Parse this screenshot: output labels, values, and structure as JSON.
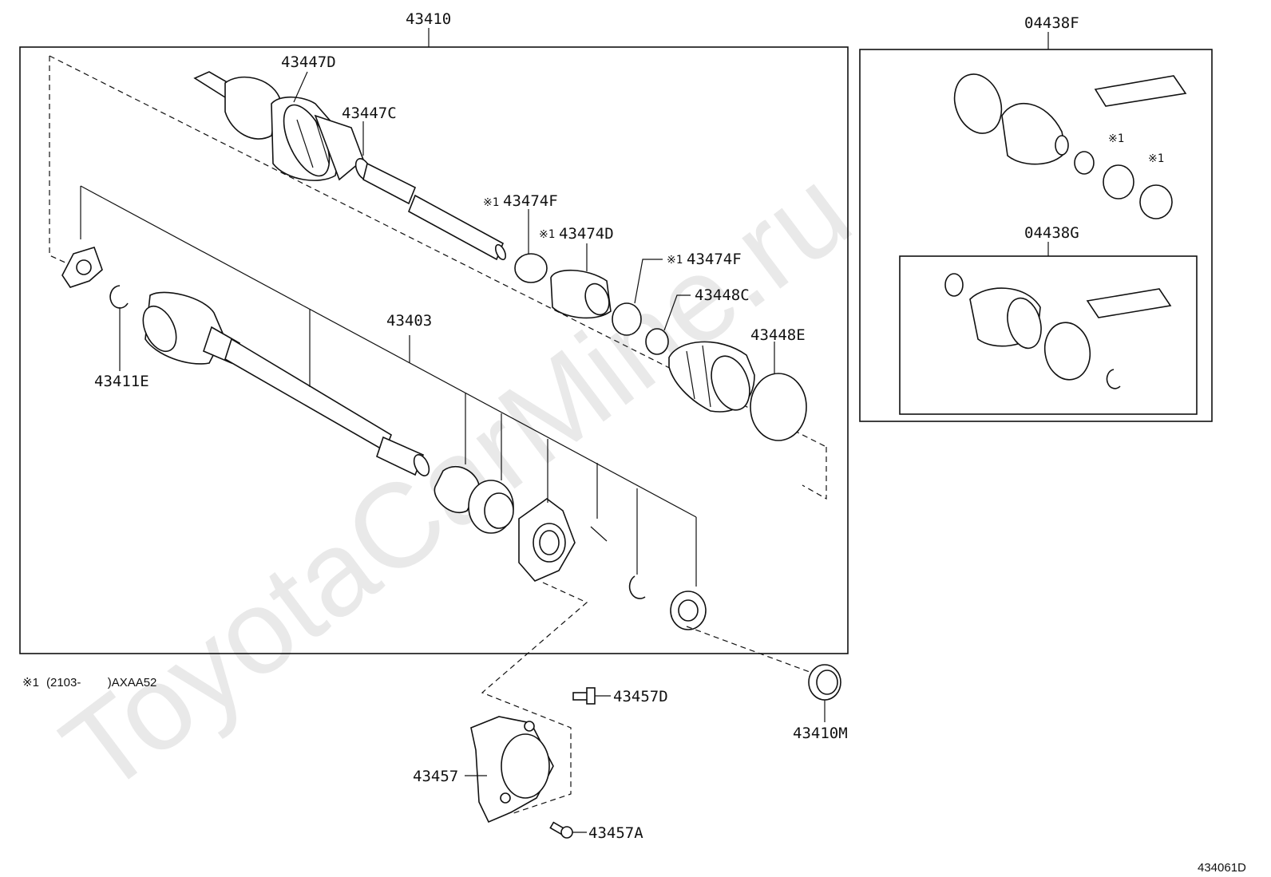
{
  "watermark": "ToyotaCarMine.ru",
  "footnote": {
    "mark": "※1",
    "text": "(2103-        )AXAA52"
  },
  "diagram_code": "434061D",
  "assemblies": {
    "main": "43410",
    "kit_f": "04438F",
    "kit_g": "04438G",
    "inboard_shaft": "43403"
  },
  "part_labels": {
    "p43447D": "43447D",
    "p43447C": "43447C",
    "p43474F_a": "43474F",
    "p43474D": "43474D",
    "p43474F_b": "43474F",
    "p43448C": "43448C",
    "p43448E": "43448E",
    "p43411E": "43411E",
    "p43457D": "43457D",
    "p43457": "43457",
    "p43457A": "43457A",
    "p43410M": "43410M"
  },
  "note_marks": {
    "m1": "※1",
    "m2": "※1",
    "m3": "※1",
    "k1": "※1",
    "k2": "※1"
  }
}
